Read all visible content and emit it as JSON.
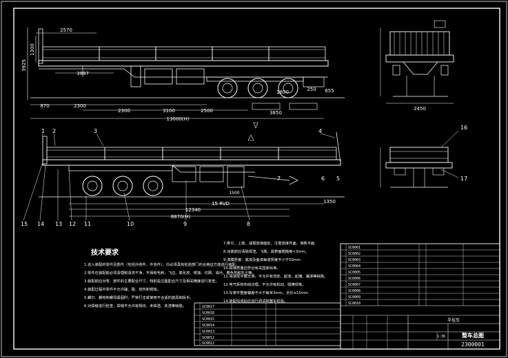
{
  "drawing": {
    "dimensions": {
      "side_top_length": "2570",
      "side_left_height": "3925",
      "side_top_height": "1300",
      "side_inner": "3997",
      "side_row1_a": "870",
      "side_row1_b": "2300",
      "side_row2_a": "2300",
      "side_row2_b": "3100",
      "side_row2_c": "2500",
      "side_right_a": "3850",
      "side_right_b": "1800",
      "side_right_c": "250",
      "side_right_d": "655",
      "side_overall": "13000(H)",
      "front_width": "2450",
      "plan_total_a": "8870(H)",
      "plan_total_b": "12340",
      "plan_total_c": "1350",
      "plan_mid": "15 RVD",
      "plan_small": "1500"
    },
    "callouts": [
      "1",
      "2",
      "3",
      "4",
      "5",
      "6",
      "7",
      "8",
      "9",
      "10",
      "11",
      "12",
      "13",
      "14",
      "15",
      "16",
      "17"
    ],
    "tech_title": "技术要求",
    "tech_left": [
      "1.进入装配的零件及部件（包括外购件、外协件），均必须具有检验部门的合格证方能进行装配。",
      "2.零件在装配前必须清理和清洗干净，不得有毛刺、飞边、氧化皮、锈蚀、切屑、油污、着色剂和灰尘等。",
      "3.装配前应对零、部件的主要配合尺寸，特别是过盈配合尺寸及相关精度进行复查。",
      "4.装配过程中零件不允许磕、碰、划伤和锈蚀。",
      "5.螺钉、螺栓和螺母紧固时，严禁打击或使用不合适的旋具和扳手。",
      "6.对焊缝进行检查，焊缝不允许有裂纹、未焊透、夹渣等缺陷。"
    ],
    "tech_right": [
      "7.牵引、上装、减振连接面处、注意连接件面、滑移平面",
      "8.涂装前应清除焊渣、飞溅，其表面粗糙度<3mm。",
      "9.漆膜厚度：底漆及面漆每道厚度不小于50mm",
      "10.焊接质量应符合有关国家标准。",
      "11.油漆层平整光滑，不允许有流挂、起泡、起皱、漏漆等缺陷。",
      "12.电气系统布线合理，不允许有松动、碰擦现象。",
      "13.车架平整度偏差不大于每米3mm，全长≤15mm",
      "14.装配完成后应进行调试和整车检验。"
    ],
    "bom_right_rows": [
      "SC0001",
      "SC0002",
      "SC0003",
      "SC0004",
      "SC0005",
      "SC0006",
      "SC0007",
      "SC0008",
      "SC0009",
      "SC0010"
    ],
    "bom_left_rows": [
      "SC0017",
      "SC0016",
      "SC0015",
      "SC0014",
      "SC0013",
      "SC0012",
      "SC0011"
    ],
    "title_block": {
      "name": "整车总图",
      "drawing_no": "2300001",
      "scale": "1:36",
      "unit": "半挂车"
    }
  }
}
